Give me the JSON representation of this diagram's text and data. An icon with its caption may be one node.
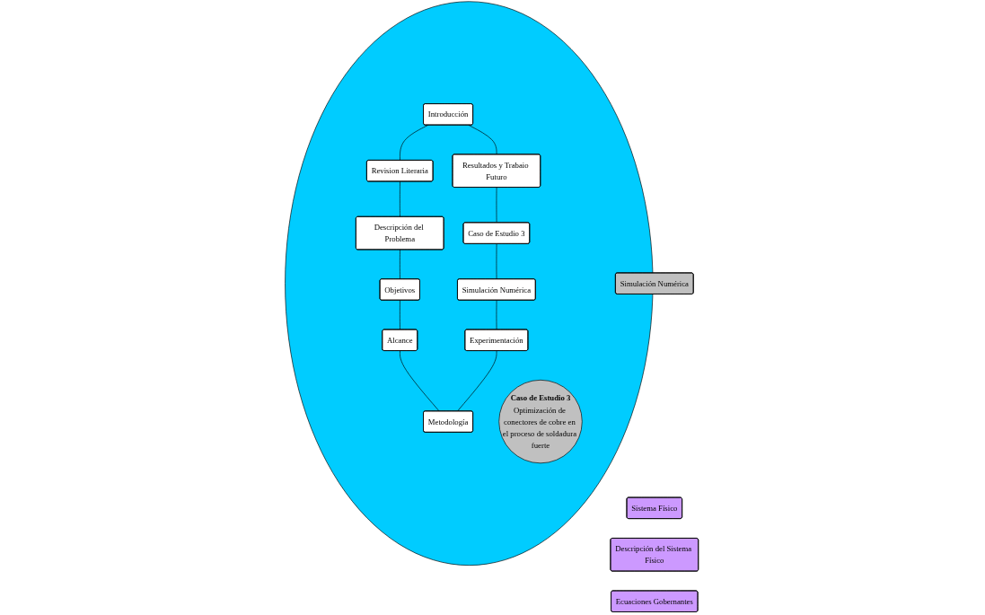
{
  "diagram": {
    "nodes": [
      {
        "text": [],
        "shape": "circle"
      },
      {
        "text": [
          "Introducción"
        ],
        "in": 0
      },
      {
        "text": [
          "Revision Literaria"
        ],
        "in": 0
      },
      {
        "text": [
          "Resultados y Trabaio Futuro"
        ],
        "in": 0
      },
      {
        "text": [
          "Descripción del Problema"
        ],
        "in": 0
      },
      {
        "text": [
          "Caso de Estudio 3",
          "Optimización de conectores de cobre en el proceso de soldadura fuerte"
        ],
        "in": 0
      },
      {
        "text": [
          "Caso de Estudio 3"
        ],
        "in": 0
      },
      {
        "text": [
          "Objetivos"
        ],
        "in": 0
      },
      {
        "text": [
          "Simulación Numérica"
        ],
        "in": 0
      },
      {
        "text": [
          "Alcance"
        ],
        "in": 0
      },
      {
        "text": [
          "Experimentación"
        ],
        "in": 0
      },
      {
        "text": [
          "Metodología"
        ],
        "in": 0
      },
      {
        "text": [
          "Simulación Numérica"
        ]
      },
      {
        "text": [
          "Sistema Físico"
        ]
      },
      {
        "text": [
          "Descripción del Sistema Físico"
        ]
      },
      {
        "text": [
          "Ecuaciones Gobernantes"
        ]
      }
    ],
    "edges": [
      {
        "from": 1,
        "to": 2,
        "arrow": "none"
      },
      {
        "from": 2,
        "to": 4,
        "arrow": "none"
      },
      {
        "from": 4,
        "to": 7,
        "arrow": "none"
      },
      {
        "from": 7,
        "to": 9,
        "arrow": "none"
      },
      {
        "from": 9,
        "to": 11,
        "arrow": "none"
      },
      {
        "from": 11,
        "to": 10,
        "arrow": "none"
      },
      {
        "from": 10,
        "to": 8,
        "arrow": "none"
      },
      {
        "from": 8,
        "to": 6,
        "arrow": "none"
      },
      {
        "from": 6,
        "to": 3,
        "arrow": "none"
      },
      {
        "from": 3,
        "to": 1,
        "arrow": "none"
      }
    ]
  }
}
